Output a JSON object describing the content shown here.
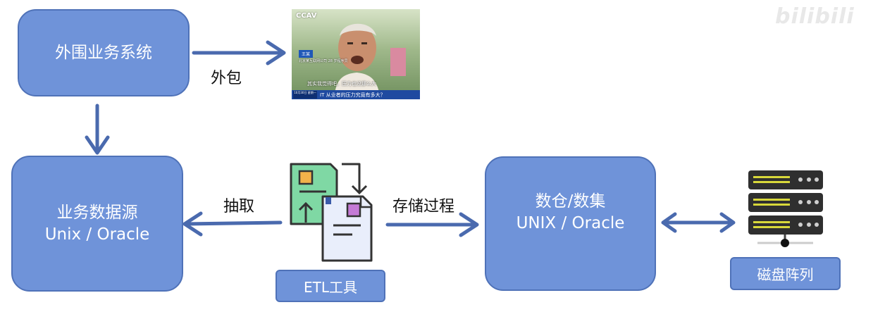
{
  "boxes": {
    "peripheral_system": "外围业务系统",
    "source_line1": "业务数据源",
    "source_line2": "Unix / Oracle",
    "warehouse_line1": "数仓/数集",
    "warehouse_line2": "UNIX / Oracle"
  },
  "tags": {
    "etl_tool": "ETL工具",
    "disk_array": "磁盘阵列"
  },
  "labels": {
    "outsource": "外包",
    "extract": "抽取",
    "storage_process": "存储过程"
  },
  "tv_image": {
    "channel_logo": "CCAV",
    "name_tag": "王某",
    "name_line": "北京某互联网公司 28 岁程序员",
    "subtitle": "其实我觉得吧，压力也没那么大",
    "date": "10月30日 星期一",
    "headline": "IT 从业者的压力究竟有多大？"
  },
  "watermark": "bilibili",
  "colors": {
    "box_fill": "#6f93d9",
    "box_border": "#4f72b8",
    "arrow": "#4a6aae"
  },
  "icons": [
    "etl-documents-icon",
    "server-rack-icon",
    "mouse-cursor-icon"
  ]
}
